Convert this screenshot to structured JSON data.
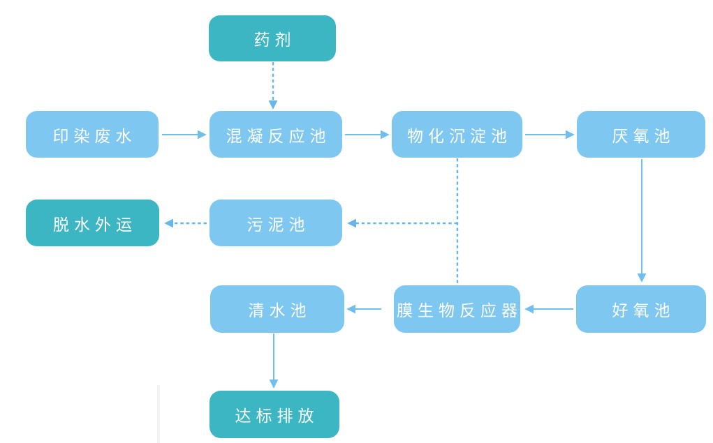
{
  "diagram": {
    "description": "wastewater-treatment-process-flowchart",
    "nodes": [
      {
        "id": "chemical-agent",
        "label": "药剂",
        "style": "accent"
      },
      {
        "id": "dyeing-wastewater",
        "label": "印染废水",
        "style": "primary"
      },
      {
        "id": "coagulation-reaction-tank",
        "label": "混凝反应池",
        "style": "primary"
      },
      {
        "id": "physchem-sedimentation-tank",
        "label": "物化沉淀池",
        "style": "primary"
      },
      {
        "id": "anaerobic-tank",
        "label": "厌氧池",
        "style": "primary"
      },
      {
        "id": "dewatering-transport",
        "label": "脱水外运",
        "style": "accent"
      },
      {
        "id": "sludge-tank",
        "label": "污泥池",
        "style": "primary"
      },
      {
        "id": "clean-water-tank",
        "label": "清水池",
        "style": "primary"
      },
      {
        "id": "membrane-bioreactor",
        "label": "膜生物反应器",
        "style": "primary"
      },
      {
        "id": "aerobic-tank",
        "label": "好氧池",
        "style": "primary"
      },
      {
        "id": "compliant-discharge",
        "label": "达标排放",
        "style": "accent"
      }
    ],
    "edges": [
      {
        "from": "药剂",
        "to": "混凝反应池",
        "style": "dashed"
      },
      {
        "from": "印染废水",
        "to": "混凝反应池",
        "style": "solid"
      },
      {
        "from": "混凝反应池",
        "to": "物化沉淀池",
        "style": "solid"
      },
      {
        "from": "物化沉淀池",
        "to": "厌氧池",
        "style": "solid"
      },
      {
        "from": "厌氧池",
        "to": "好氧池",
        "style": "solid"
      },
      {
        "from": "好氧池",
        "to": "膜生物反应器",
        "style": "solid"
      },
      {
        "from": "膜生物反应器",
        "to": "清水池",
        "style": "solid"
      },
      {
        "from": "清水池",
        "to": "达标排放",
        "style": "solid"
      },
      {
        "from": "物化沉淀池",
        "to": "污泥池",
        "style": "dashed"
      },
      {
        "from": "膜生物反应器",
        "to": "污泥池",
        "style": "dashed"
      },
      {
        "from": "污泥池",
        "to": "脱水外运",
        "style": "dashed"
      }
    ]
  },
  "colors": {
    "accent": "#3db6c4",
    "node": "#7ec7f0",
    "arrow": "#6fbeec",
    "arrow_dashed": "#67b6e8",
    "text": "#ffffff"
  }
}
